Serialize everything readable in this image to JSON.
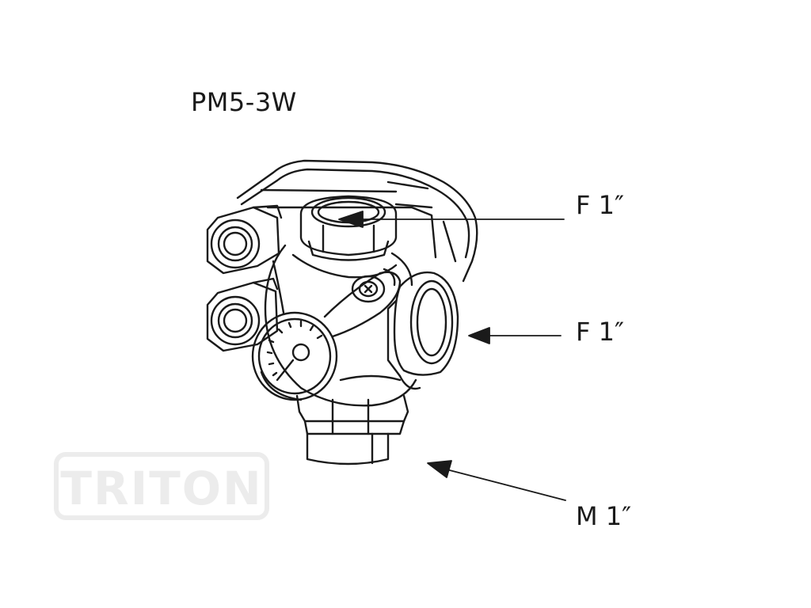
{
  "diagram": {
    "model_label": "PM5-3W",
    "callouts": [
      {
        "id": "top",
        "label": "F 1″"
      },
      {
        "id": "side",
        "label": "F 1″"
      },
      {
        "id": "bottom",
        "label": "M 1″"
      }
    ],
    "watermark_text": "TRITON",
    "colors": {
      "line": "#1a1a1a",
      "watermark": "#ececec",
      "background": "#ffffff"
    }
  }
}
